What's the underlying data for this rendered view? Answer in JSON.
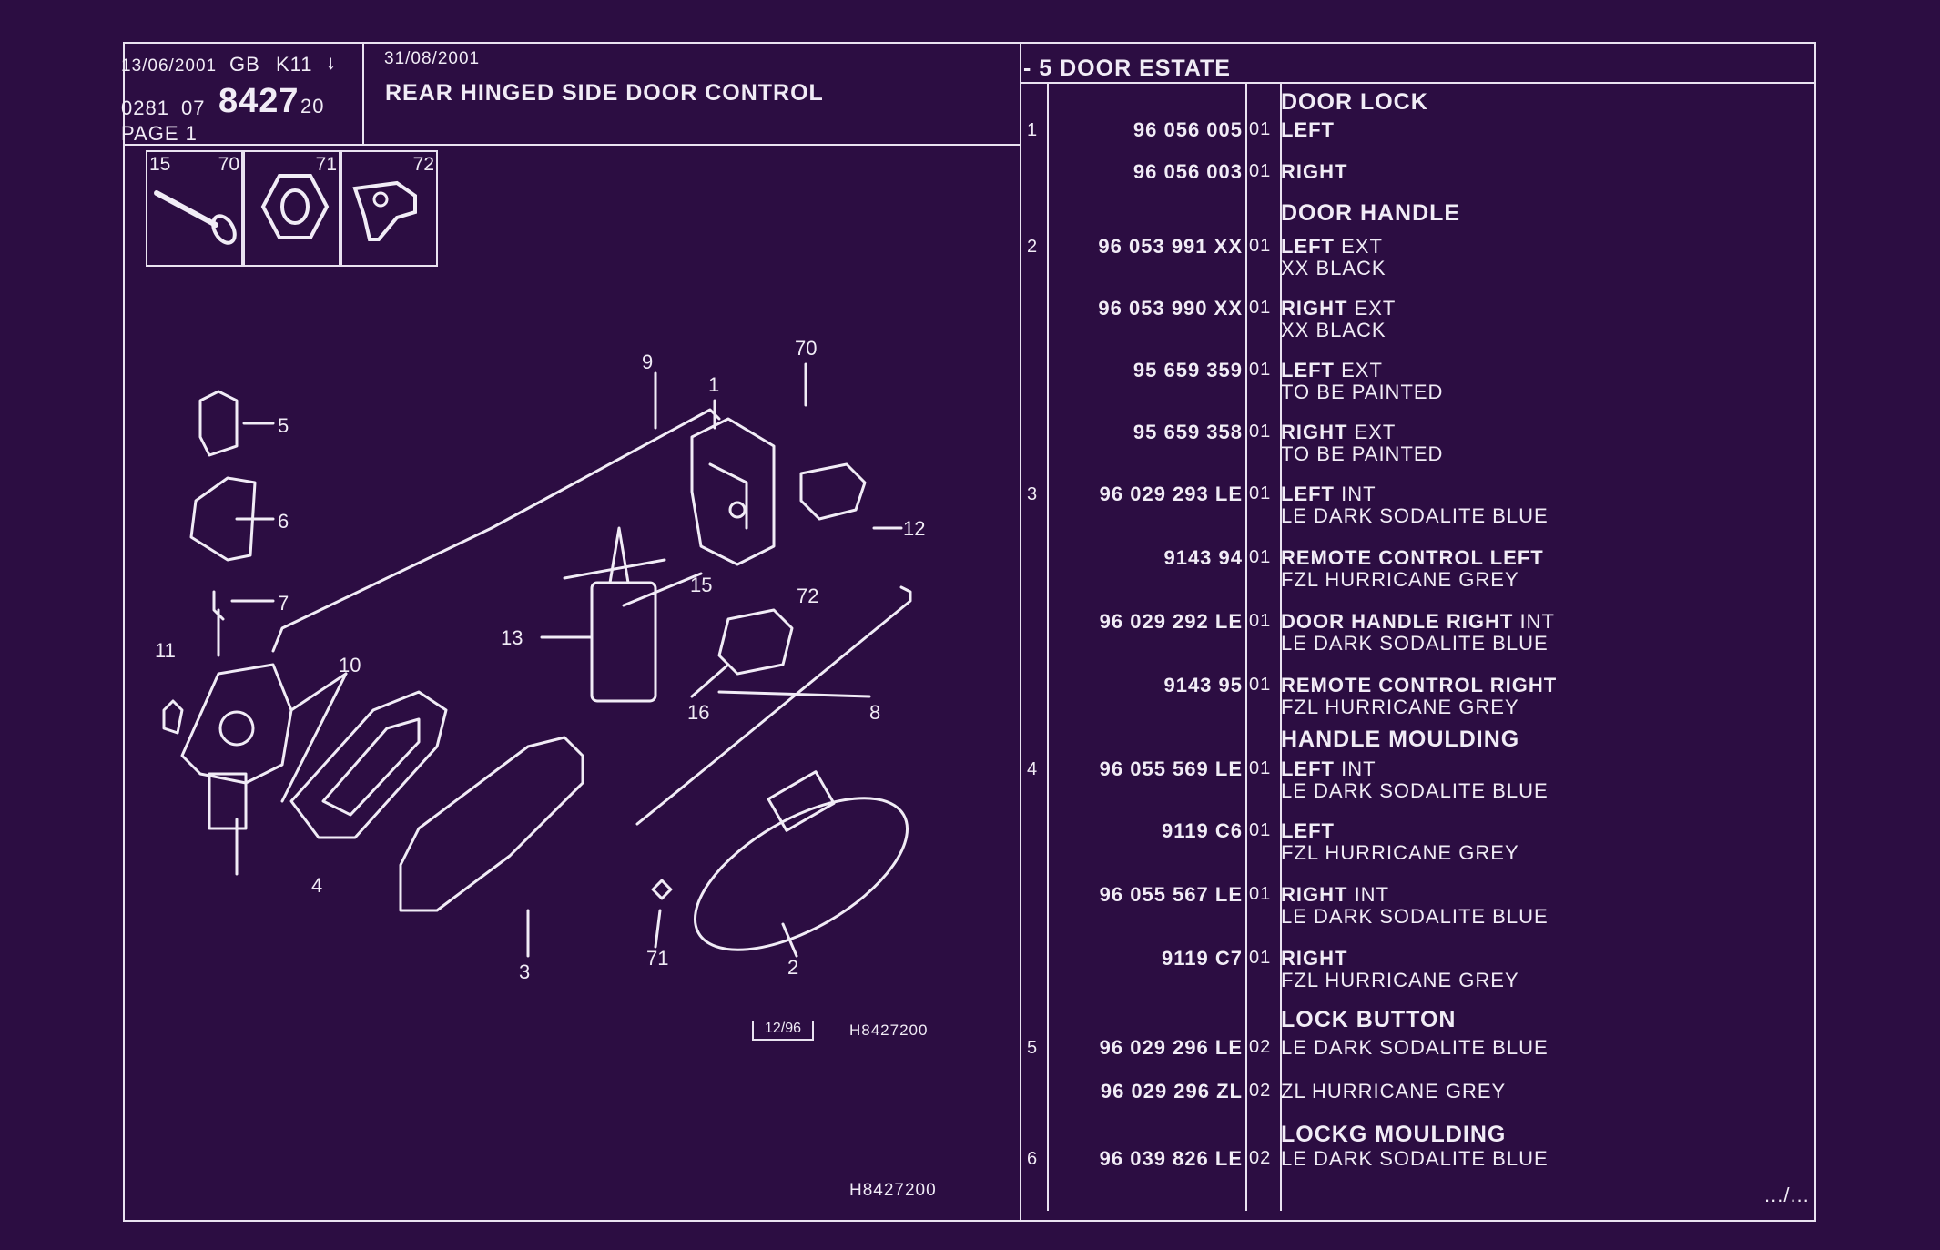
{
  "header": {
    "date1": "13/06/2001",
    "gb": "GB",
    "code_k": "K11",
    "arrow": "↓",
    "ref_prefix": "0281",
    "ref_mid": "07",
    "ref_main": "8427",
    "ref_suffix": "20",
    "page": "PAGE 1",
    "date2": "31/08/2001",
    "title": "REAR HINGED SIDE DOOR CONTROL",
    "model": "- 5 DOOR ESTATE"
  },
  "thumbnails": [
    {
      "num": "15",
      "num2": "70",
      "icon": "screw-icon"
    },
    {
      "num": "71",
      "icon": "nut-icon"
    },
    {
      "num": "72",
      "icon": "clip-icon"
    }
  ],
  "diagram": {
    "callouts": [
      "9",
      "1",
      "70",
      "5",
      "6",
      "7",
      "11",
      "10",
      "13",
      "15",
      "72",
      "12",
      "16",
      "8",
      "4",
      "3",
      "71",
      "2"
    ],
    "box_label": "12/96",
    "ref_small": "H8427200",
    "ref_bottom": "H8427200"
  },
  "parts": [
    {
      "idx": "",
      "ref": "",
      "qty": "",
      "title": "DOOR LOCK",
      "line1b": "",
      "line1r": "",
      "line2": ""
    },
    {
      "idx": "1",
      "ref": "96 056 005",
      "qty": "01",
      "title": "",
      "line1b": "LEFT",
      "line1r": "",
      "line2": ""
    },
    {
      "idx": "",
      "ref": "96 056 003",
      "qty": "01",
      "title": "",
      "line1b": "RIGHT",
      "line1r": "",
      "line2": ""
    },
    {
      "idx": "",
      "ref": "",
      "qty": "",
      "title": "DOOR HANDLE",
      "line1b": "",
      "line1r": "",
      "line2": ""
    },
    {
      "idx": "2",
      "ref": "96 053 991 XX",
      "qty": "01",
      "title": "",
      "line1b": "LEFT",
      "line1r": " EXT",
      "line2": "XX BLACK"
    },
    {
      "idx": "",
      "ref": "96 053 990 XX",
      "qty": "01",
      "title": "",
      "line1b": "RIGHT",
      "line1r": " EXT",
      "line2": "XX BLACK"
    },
    {
      "idx": "",
      "ref": "95 659 359",
      "qty": "01",
      "title": "",
      "line1b": "LEFT",
      "line1r": " EXT",
      "line2": "TO BE PAINTED"
    },
    {
      "idx": "",
      "ref": "95 659 358",
      "qty": "01",
      "title": "",
      "line1b": "RIGHT",
      "line1r": " EXT",
      "line2": "TO BE PAINTED"
    },
    {
      "idx": "3",
      "ref": "96 029 293 LE",
      "qty": "01",
      "title": "",
      "line1b": "LEFT",
      "line1r": " INT",
      "line2": "LE DARK SODALITE BLUE"
    },
    {
      "idx": "",
      "ref": "9143 94",
      "qty": "01",
      "title": "",
      "line1b": "REMOTE CONTROL LEFT",
      "line1r": "",
      "line2": "FZL HURRICANE GREY"
    },
    {
      "idx": "",
      "ref": "96 029 292 LE",
      "qty": "01",
      "title": "",
      "line1b": "DOOR HANDLE RIGHT",
      "line1r": " INT",
      "line2": "LE DARK SODALITE BLUE"
    },
    {
      "idx": "",
      "ref": "9143 95",
      "qty": "01",
      "title": "",
      "line1b": "REMOTE CONTROL RIGHT",
      "line1r": "",
      "line2": "FZL HURRICANE GREY"
    },
    {
      "idx": "",
      "ref": "",
      "qty": "",
      "title": "HANDLE MOULDING",
      "line1b": "",
      "line1r": "",
      "line2": ""
    },
    {
      "idx": "4",
      "ref": "96 055 569 LE",
      "qty": "01",
      "title": "",
      "line1b": "LEFT",
      "line1r": " INT",
      "line2": "LE DARK SODALITE BLUE"
    },
    {
      "idx": "",
      "ref": "9119 C6",
      "qty": "01",
      "title": "",
      "line1b": "LEFT",
      "line1r": "",
      "line2": "FZL HURRICANE GREY"
    },
    {
      "idx": "",
      "ref": "96 055 567 LE",
      "qty": "01",
      "title": "",
      "line1b": "RIGHT",
      "line1r": " INT",
      "line2": "LE DARK SODALITE BLUE"
    },
    {
      "idx": "",
      "ref": "9119 C7",
      "qty": "01",
      "title": "",
      "line1b": "RIGHT",
      "line1r": "",
      "line2": "FZL HURRICANE GREY"
    },
    {
      "idx": "",
      "ref": "",
      "qty": "",
      "title": "LOCK BUTTON",
      "line1b": "",
      "line1r": "",
      "line2": ""
    },
    {
      "idx": "5",
      "ref": "96 029 296 LE",
      "qty": "02",
      "title": "",
      "line1b": "",
      "line1r": "LE DARK SODALITE BLUE",
      "line2": ""
    },
    {
      "idx": "",
      "ref": "96 029 296 ZL",
      "qty": "02",
      "title": "",
      "line1b": "",
      "line1r": "ZL HURRICANE GREY",
      "line2": ""
    },
    {
      "idx": "",
      "ref": "",
      "qty": "",
      "title": "LOCKG MOULDING",
      "line1b": "",
      "line1r": "",
      "line2": ""
    },
    {
      "idx": "6",
      "ref": "96 039 826 LE",
      "qty": "02",
      "title": "",
      "line1b": "",
      "line1r": "LE DARK SODALITE BLUE",
      "line2": ""
    }
  ],
  "footer": {
    "continued": ".../..."
  },
  "colors": {
    "background": "#2c0d42",
    "ink": "#f1ecf6"
  }
}
